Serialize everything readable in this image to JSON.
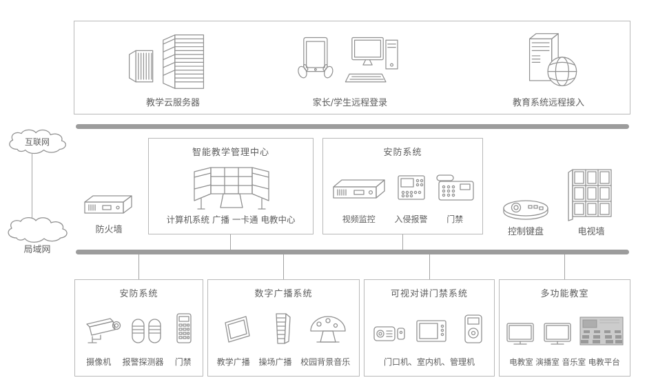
{
  "colors": {
    "line_gray": "#909090",
    "bus_gray": "#9c9c9c",
    "border_gray": "#b8b8b8",
    "text_gray": "#5e5e5e",
    "background": "#ffffff"
  },
  "top_section": {
    "items": [
      {
        "icon": "server-rack-icon",
        "label": "教学云服务器"
      },
      {
        "icon": "tablet-desktop-icon",
        "label": "家长/学生远程登录"
      },
      {
        "icon": "server-globe-icon",
        "label": "教育系统远程接入"
      }
    ]
  },
  "network": {
    "internet_label": "互联网",
    "lan_label": "局域网",
    "firewall_label": "防火墙"
  },
  "middle_section": {
    "teaching_center": {
      "title": "智能教学管理中心",
      "icon": "control-console-icon",
      "caption": "计算机系统 广播 一卡通 电教中心"
    },
    "security_center": {
      "title": "安防系统",
      "items": [
        {
          "icon": "dvr-icon",
          "label": "视频监控"
        },
        {
          "icon": "alarm-panel-icon",
          "label": "入侵报警"
        },
        {
          "icon": "intercom-phone-icon",
          "label": "门禁"
        }
      ]
    },
    "control_keyboard_label": "控制键盘",
    "tv_wall_label": "电视墙"
  },
  "bottom_section": {
    "boxes": [
      {
        "title": "安防系统",
        "items": [
          {
            "icon": "cctv-camera-icon",
            "label": "摄像机"
          },
          {
            "icon": "alarm-detector-icon",
            "label": "报警探测器"
          },
          {
            "icon": "access-keypad-icon",
            "label": "门禁"
          }
        ]
      },
      {
        "title": "数字广播系统",
        "items": [
          {
            "icon": "wall-speaker-icon",
            "label": "教学广播"
          },
          {
            "icon": "column-speaker-icon",
            "label": "操场广播"
          },
          {
            "icon": "mushroom-speaker-icon",
            "label": "校园背景音乐"
          }
        ]
      },
      {
        "title": "可视对讲门禁系统",
        "icons": [
          "door-station-icon",
          "indoor-monitor-icon",
          "management-unit-icon"
        ],
        "caption": "门口机、室内机、管理机"
      },
      {
        "title": "多功能教室",
        "icons": [
          "display-screen-icon",
          "display-screen-icon",
          "classroom-icon"
        ],
        "caption": "电教室 演播室 音乐室 电教平台"
      }
    ]
  }
}
